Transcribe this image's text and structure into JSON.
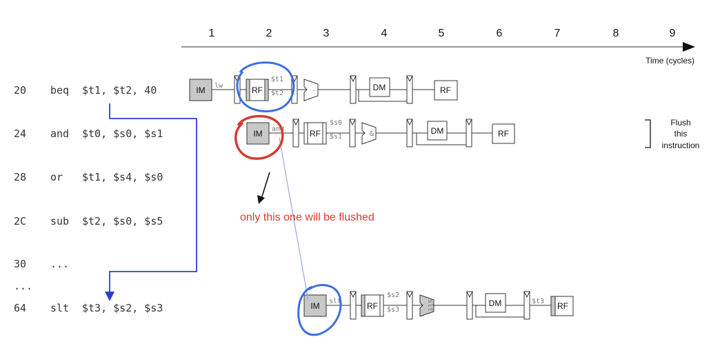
{
  "colors": {
    "annotation_blue": "#3b6fe0",
    "annotation_red": "#d63a2f",
    "branch_arrow": "#2c3fd4",
    "shade": "#c8c8c8"
  },
  "timeline": {
    "cycles": [
      "1",
      "2",
      "3",
      "4",
      "5",
      "6",
      "7",
      "8",
      "9"
    ],
    "axis_label": "Time (cycles)"
  },
  "instructions": [
    {
      "addr": "20",
      "op": "beq",
      "args": "$t1, $t2, 40"
    },
    {
      "addr": "24",
      "op": "and",
      "args": "$t0, $s0, $s1"
    },
    {
      "addr": "28",
      "op": "or",
      "args": "$t1, $s4, $s0"
    },
    {
      "addr": "2C",
      "op": "sub",
      "args": "$t2, $s0, $s5"
    },
    {
      "addr": "30",
      "op": "...",
      "args": ""
    },
    {
      "addr": "...",
      "op": "",
      "args": ""
    },
    {
      "addr": "64",
      "op": "slt",
      "args": "$t3, $s2, $s3"
    }
  ],
  "stage_labels": {
    "im": "IM",
    "rf": "RF",
    "dm": "DM"
  },
  "pipeline_rows": [
    {
      "id": "beq",
      "op_tag": "lw",
      "reg_a": "$t1",
      "reg_b": "$t2",
      "alu_op": "-",
      "wb_reg": ""
    },
    {
      "id": "and",
      "op_tag": "and",
      "reg_a": "$s0",
      "reg_b": "$s1",
      "alu_op": "&",
      "wb_reg": ""
    },
    {
      "id": "slt",
      "op_tag": "slt",
      "reg_a": "$s2",
      "reg_b": "$s3",
      "alu_op": "slt",
      "wb_reg": "$t3"
    }
  ],
  "flush_note": {
    "lines": [
      "Flush",
      "this",
      "instruction"
    ]
  },
  "annotation_text": "only this one will be flushed"
}
